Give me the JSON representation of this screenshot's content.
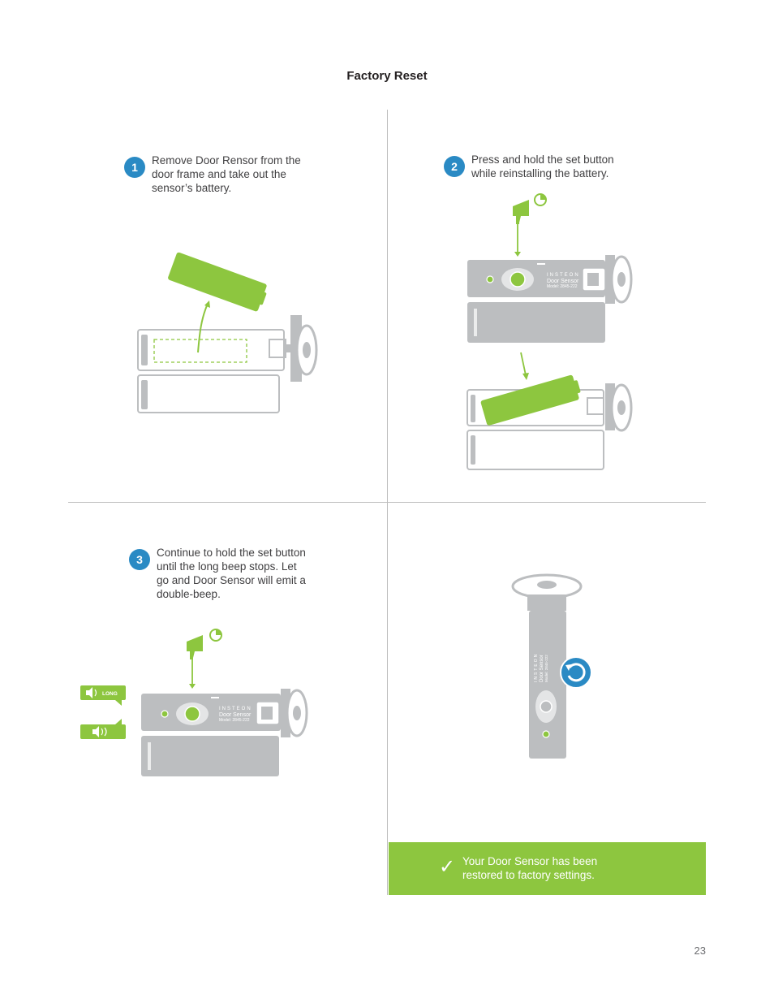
{
  "page": {
    "title": "Factory Reset",
    "page_number": "23"
  },
  "steps": [
    {
      "number": "1",
      "text_lines": [
        "Remove Door Rensor from the",
        "door frame and take out the",
        "sensor’s battery."
      ]
    },
    {
      "number": "2",
      "text_lines": [
        "Press and hold the set button",
        "while reinstalling the battery."
      ]
    },
    {
      "number": "3",
      "text_lines": [
        "Continue to hold the set button",
        "until the long beep stops. Let",
        "go and Door Sensor will emit a",
        "double-beep."
      ]
    }
  ],
  "device": {
    "brand": "INSTEON",
    "name": "Door Sensor",
    "model": "Model: 2845-222"
  },
  "beeps": {
    "long_label": "LONG"
  },
  "result": {
    "lines": [
      "Your Door Sensor has been",
      "restored to factory settings."
    ]
  },
  "colors": {
    "accent_green": "#8dc63f",
    "step_blue": "#2a8ac4",
    "device_gray": "#bcbec0"
  }
}
